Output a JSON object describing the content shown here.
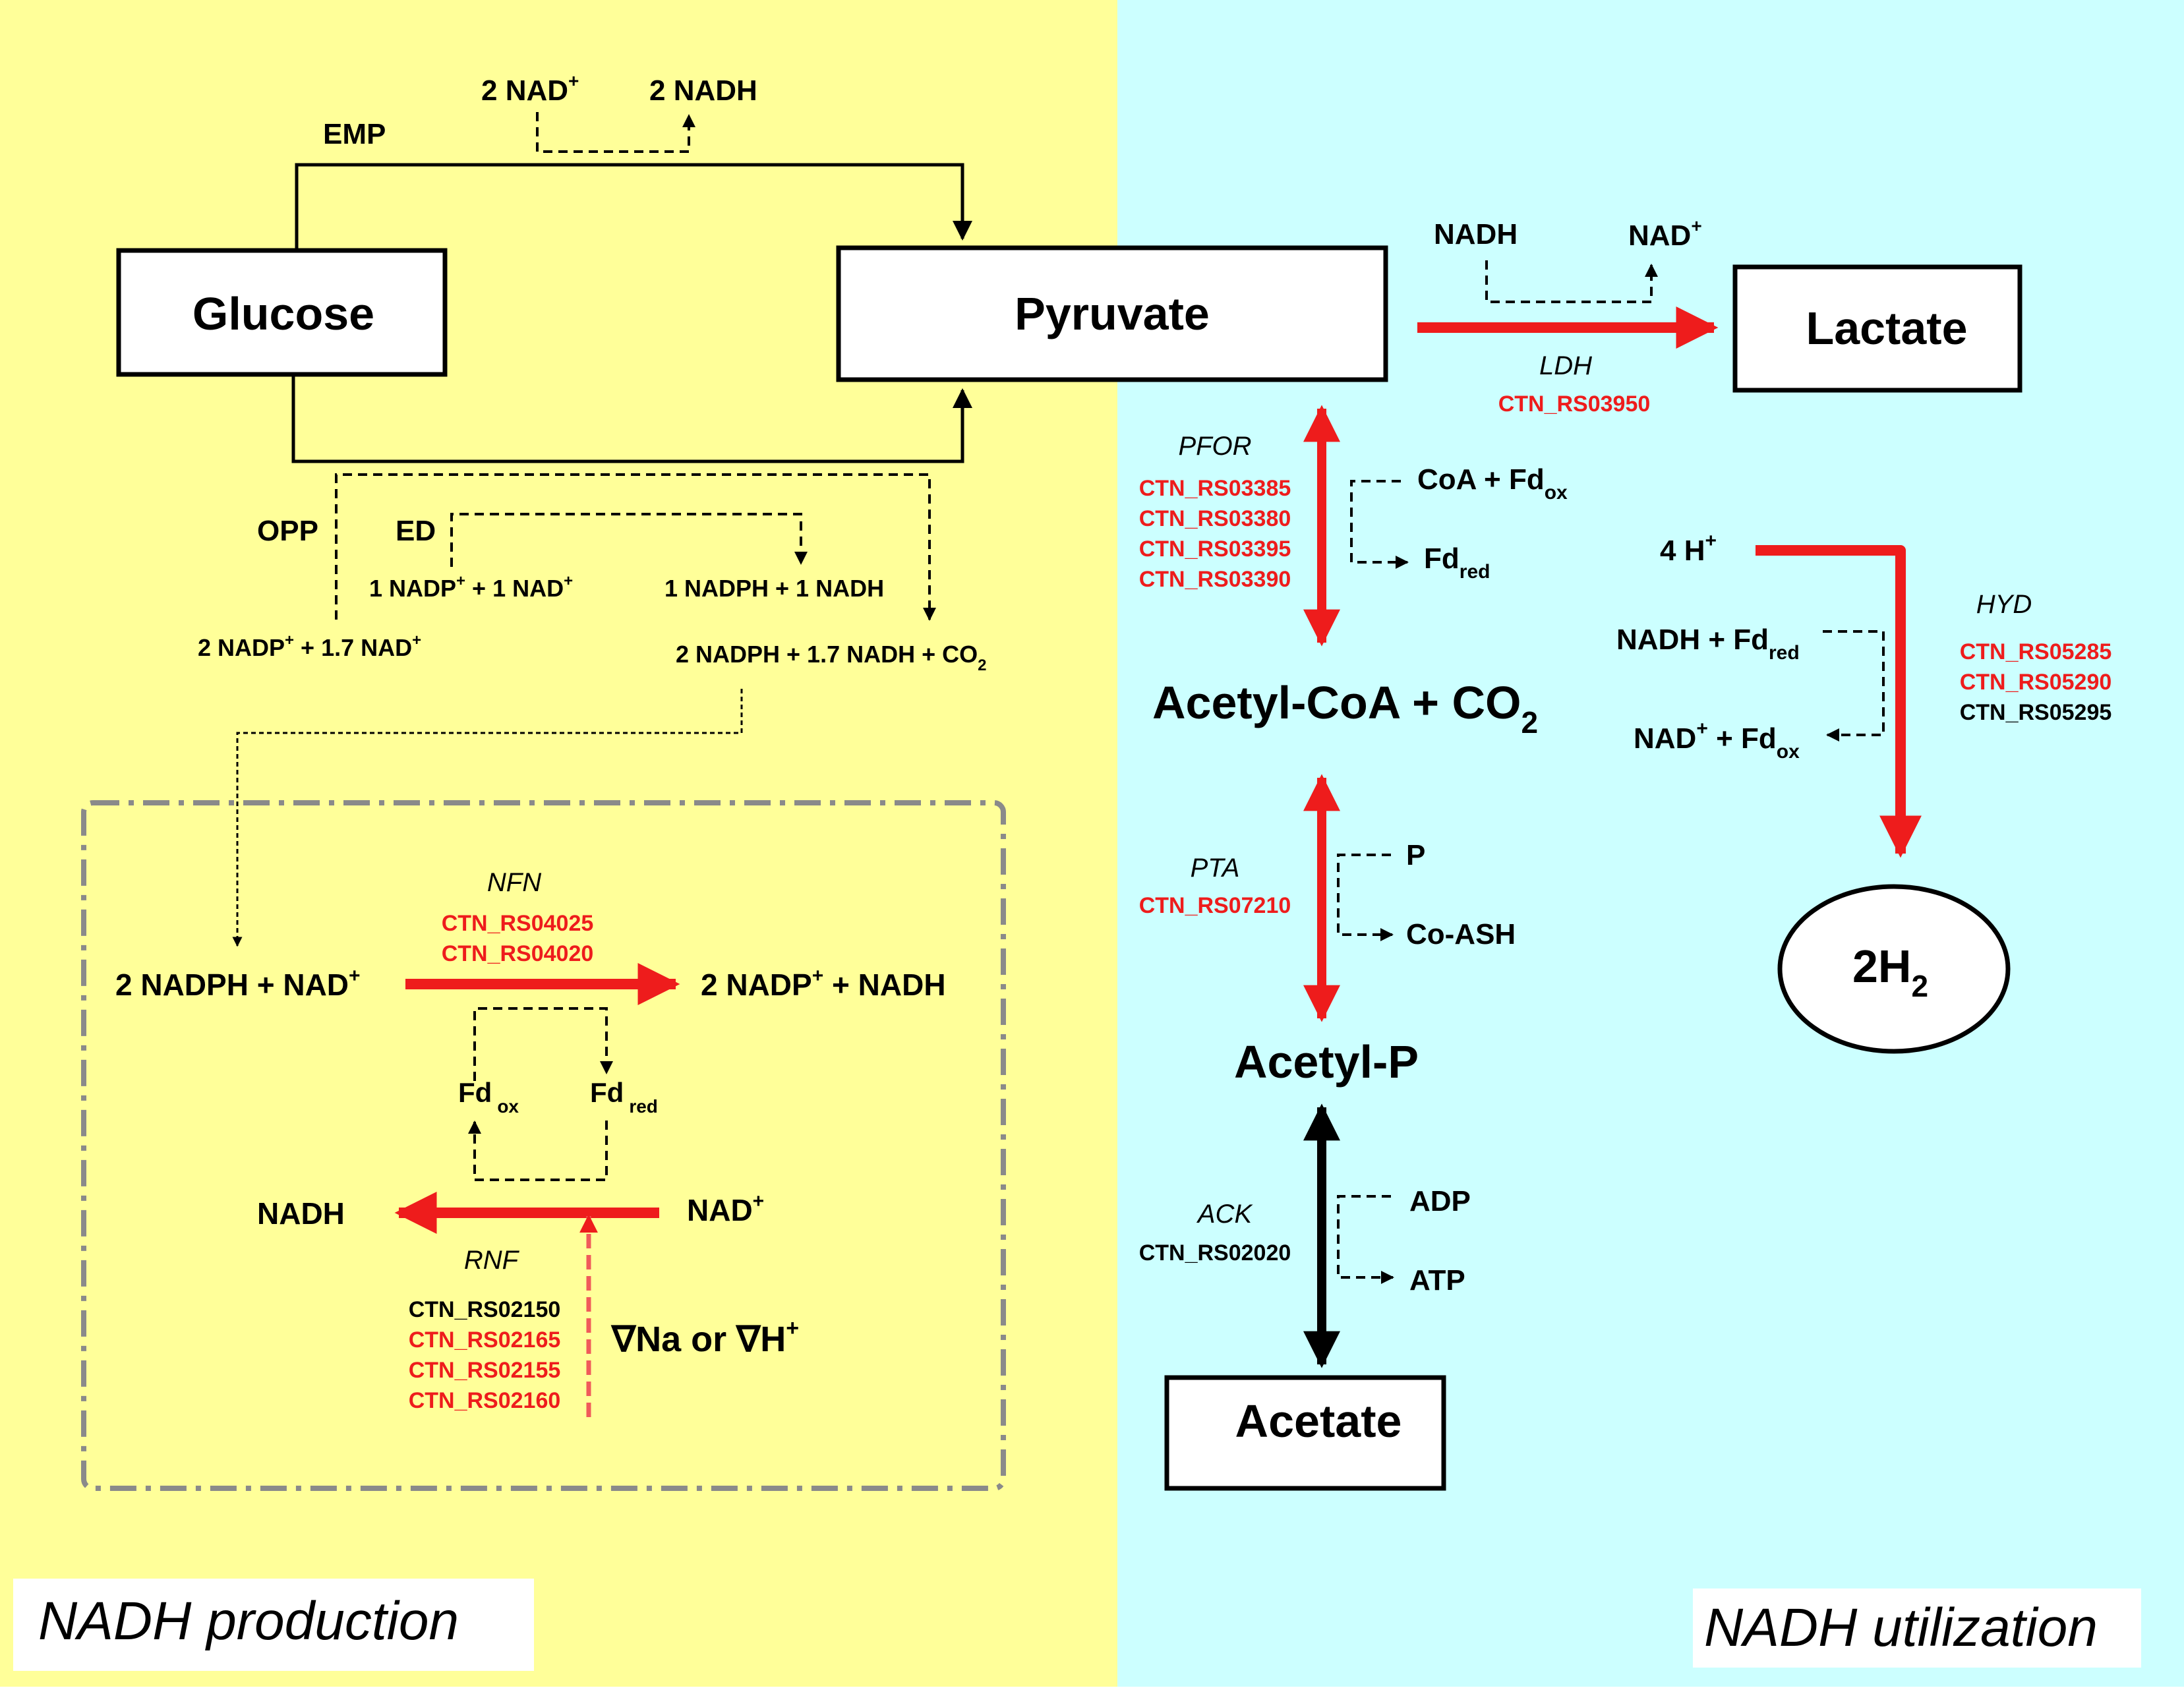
{
  "panels": {
    "left_label": "NADH production",
    "right_label": "NADH utilization",
    "left_color": "#ffff99",
    "right_color": "#ccffff"
  },
  "colors": {
    "enzyme_red": "#ee1c1c",
    "black": "#000000",
    "dashbox": "#8a8a8a"
  },
  "nodes": {
    "glucose": "Glucose",
    "pyruvate": "Pyruvate",
    "lactate": "Lactate",
    "acetyl_coa": "Acetyl-CoA + CO",
    "acetyl_coa_sub": "2",
    "acetyl_p": "Acetyl-P",
    "acetate": "Acetate",
    "h2": "2H",
    "h2_sub": "2"
  },
  "pathways": {
    "emp": "EMP",
    "opp": "OPP",
    "ed": "ED"
  },
  "cofactors": {
    "emp_nad": "2 NAD",
    "emp_nadh": "2 NADH",
    "ed_left": "1 NADP",
    "ed_left_mid": " + 1 NAD",
    "ed_right": "1 NADPH + 1 NADH",
    "opp_left": "2 NADP",
    "opp_left_mid": " +  1.7 NAD",
    "opp_right": "2 NADPH + 1.7 NADH + CO",
    "opp_right_sub": "2",
    "ldh_nadh": "NADH",
    "ldh_nad": "NAD",
    "pfor_in": "CoA + Fd",
    "pfor_in_sub": "ox",
    "pfor_out": "Fd",
    "pfor_out_sub": "red",
    "pta_in": "P",
    "pta_out": "Co-ASH",
    "ack_in": "ADP",
    "ack_out": "ATP",
    "hyd_h": "4 H",
    "hyd_in": "NADH + Fd",
    "hyd_in_sub": "red",
    "hyd_out": "NAD",
    "hyd_out_mid": " +  Fd",
    "hyd_out_sub": "ox",
    "nfn_left": "2 NADPH + NAD",
    "nfn_right": "2 NADP",
    "nfn_right_end": " + NADH",
    "fd_ox": "Fd",
    "fd_ox_sub": "ox",
    "fd_red": "Fd",
    "fd_red_sub": "red",
    "rnf_left": "NADH",
    "rnf_right": "NAD",
    "gradient_a": "∇Na or ∇H"
  },
  "plus_sign": "+",
  "enzymes": {
    "ldh": {
      "name": "LDH",
      "genes": [
        {
          "id": "CTN_RS03950",
          "color": "#ee1c1c"
        }
      ]
    },
    "pfor": {
      "name": "PFOR",
      "genes": [
        {
          "id": "CTN_RS03385",
          "color": "#ee1c1c"
        },
        {
          "id": "CTN_RS03380",
          "color": "#ee1c1c"
        },
        {
          "id": "CTN_RS03395",
          "color": "#ee1c1c"
        },
        {
          "id": "CTN_RS03390",
          "color": "#ee1c1c"
        }
      ]
    },
    "pta": {
      "name": "PTA",
      "genes": [
        {
          "id": "CTN_RS07210",
          "color": "#ee1c1c"
        }
      ]
    },
    "ack": {
      "name": "ACK",
      "genes": [
        {
          "id": "CTN_RS02020",
          "color": "#000000"
        }
      ]
    },
    "hyd": {
      "name": "HYD",
      "genes": [
        {
          "id": "CTN_RS05285",
          "color": "#ee1c1c"
        },
        {
          "id": "CTN_RS05290",
          "color": "#ee1c1c"
        },
        {
          "id": "CTN_RS05295",
          "color": "#000000"
        }
      ]
    },
    "nfn": {
      "name": "NFN",
      "genes": [
        {
          "id": "CTN_RS04025",
          "color": "#ee1c1c"
        },
        {
          "id": "CTN_RS04020",
          "color": "#ee1c1c"
        }
      ]
    },
    "rnf": {
      "name": "RNF",
      "genes": [
        {
          "id": "CTN_RS02150",
          "color": "#000000"
        },
        {
          "id": "CTN_RS02165",
          "color": "#ee1c1c"
        },
        {
          "id": "CTN_RS02155",
          "color": "#ee1c1c"
        },
        {
          "id": "CTN_RS02160",
          "color": "#ee1c1c"
        }
      ]
    }
  }
}
